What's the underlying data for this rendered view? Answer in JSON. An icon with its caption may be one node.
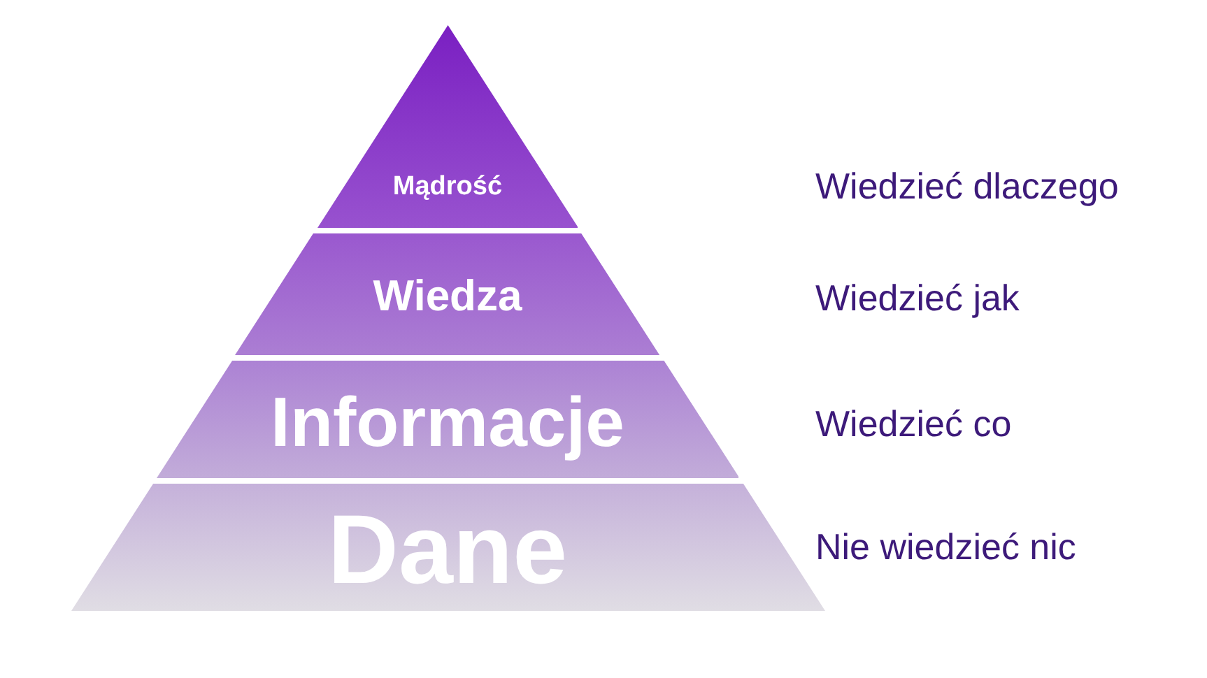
{
  "diagram": {
    "nodes": [
      {
        "text": [
          "Mądrość"
        ]
      },
      {
        "text": [
          "Wiedza"
        ]
      },
      {
        "text": [
          "Informacje"
        ]
      },
      {
        "text": [
          "Dane"
        ]
      }
    ],
    "labels": [
      "Wiedzieć dlaczego",
      "Wiedzieć jak",
      "Wiedzieć co",
      "Nie wiedzieć nic"
    ]
  }
}
